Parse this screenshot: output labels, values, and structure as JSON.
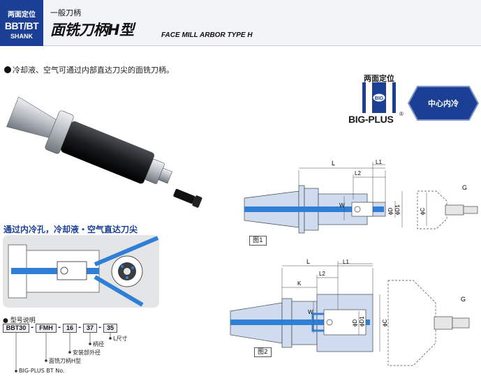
{
  "header": {
    "badge_line1": "两面定位",
    "badge_line2": "BBT/BT",
    "badge_line3": "SHANK",
    "subtitle": "一般刀柄",
    "title": "面铣刀柄H型",
    "title_en": "FACE MILL ARBOR TYPE H"
  },
  "intro": "冷却液、空气可通过内部直达刀尖的面铣刀柄。",
  "logo": {
    "label": "两面定位",
    "brand": "BIG-PLUS",
    "mark": "BIG",
    "registered": "®"
  },
  "coolant_badge": "中心内冷",
  "coolant_section_title": "通过内冷孔，冷却液・空气直达刀尖",
  "figures": {
    "fig1": {
      "label": "图1",
      "dims": {
        "L": "L",
        "L1": "L1",
        "L2": "L2",
        "W": "W",
        "phiD": "ϕD",
        "phiD1": "ϕD1",
        "phiC": "ϕC",
        "G": "G"
      }
    },
    "fig2": {
      "label": "图2",
      "dims": {
        "L": "L",
        "L1": "L1",
        "L2": "L2",
        "K": "K",
        "W": "W",
        "phiD": "ϕD",
        "phiD1": "ϕD1",
        "phiC": "ϕC",
        "G": "G"
      }
    }
  },
  "model_code": {
    "heading": "型号说明",
    "parts": [
      "BBT30",
      "FMH",
      "16",
      "37",
      "35"
    ],
    "notes": {
      "l_size": "L尺寸",
      "shank_dia": "柄径",
      "mount_dia": "安装部外径",
      "type_name": "面铣刀柄H型",
      "bigplus": "BIG-PLUS BT No."
    }
  },
  "colors": {
    "brand_blue": "#1b3f95",
    "coolant_blue": "#2f7fd6",
    "body_fill": "#cfdcef"
  }
}
